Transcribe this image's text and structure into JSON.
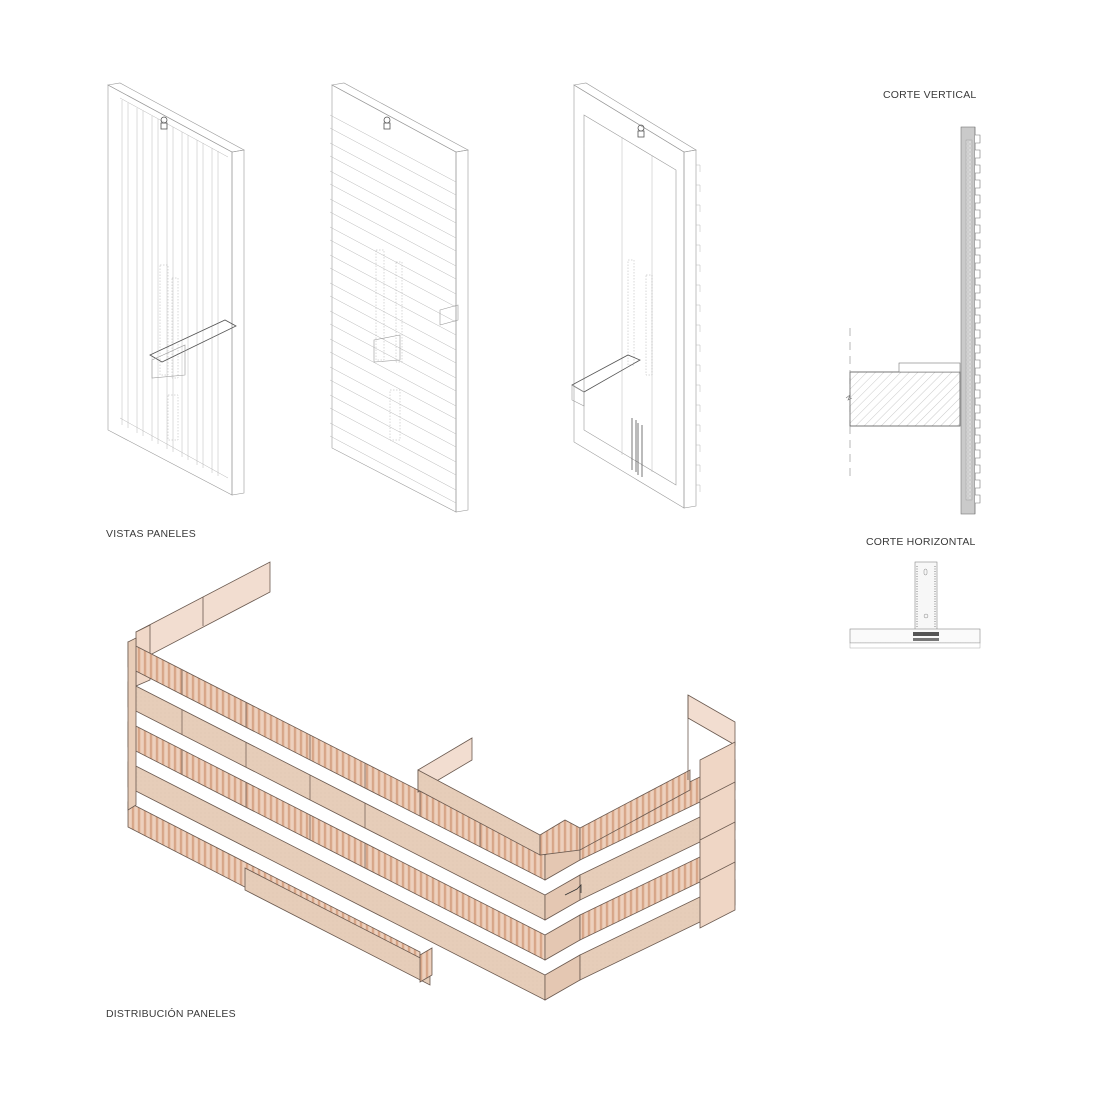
{
  "sheet": {
    "labels": {
      "vistas_paneles": "VISTAS PANELES",
      "corte_vertical": "CORTE VERTICAL",
      "corte_horizontal": "CORTE HORIZONTAL",
      "distribucion_paneles": "DISTRIBUCIÓN PANELES"
    }
  },
  "panel_views": [
    {
      "name": "panel-vertical-ribs",
      "rib_orientation": "vertical",
      "rib_count": 7
    },
    {
      "name": "panel-horizontal-ribs",
      "rib_orientation": "horizontal",
      "rib_count": 26
    },
    {
      "name": "panel-rear-frame",
      "rib_orientation": "horizontal-hidden",
      "rib_count": 22
    }
  ],
  "colors": {
    "panel_face": "#e8cdb8",
    "panel_face_light": "#f2ddd0",
    "panel_rib": "#d9a98a",
    "panel_edge": "#6b5a50",
    "line": "#9a9a9a",
    "section_fill": "#c8c8c8",
    "hatch": "#a0a0a0",
    "text": "#3a3a3a"
  },
  "distribution": {
    "floors": 4
  }
}
